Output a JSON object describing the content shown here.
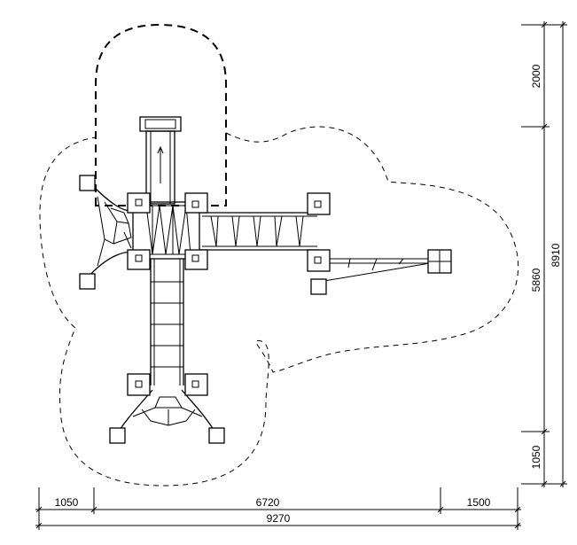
{
  "dimensions": {
    "bottom_left": "1050",
    "bottom_middle": "6720",
    "bottom_right": "1500",
    "bottom_total": "9270",
    "right_top": "2000",
    "right_middle": "5860",
    "right_bottom": "1050",
    "right_total": "8910"
  }
}
